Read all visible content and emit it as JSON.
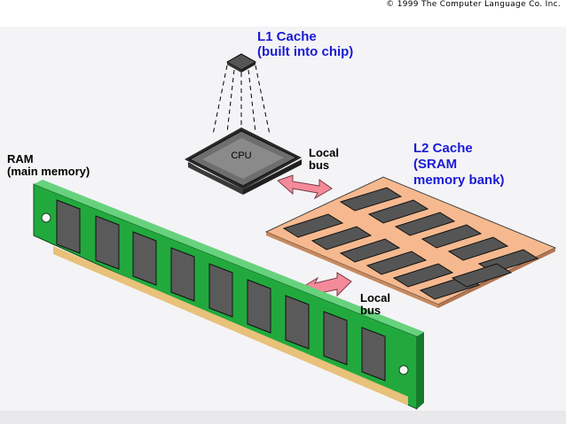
{
  "copyright": "© 1999 The Computer Language Co. Inc.",
  "labels": {
    "l1_title": "L1 Cache",
    "l1_sub": "(built into chip)",
    "cpu": "CPU",
    "local_bus_top_1": "Local",
    "local_bus_top_2": "bus",
    "l2_title": "L2 Cache",
    "l2_sub1": "(SRAM",
    "l2_sub2": "memory bank)",
    "ram_title": "RAM",
    "ram_sub": "(main memory)",
    "local_bus_bottom_1": "Local",
    "local_bus_bottom_2": "bus"
  },
  "colors": {
    "title_blue": "#1a1ad6",
    "ram_board": "#1fa83a",
    "l2_board": "#f6b98f",
    "chip_dark": "#3d3d3d",
    "arrow_pink": "#f48a9a"
  }
}
